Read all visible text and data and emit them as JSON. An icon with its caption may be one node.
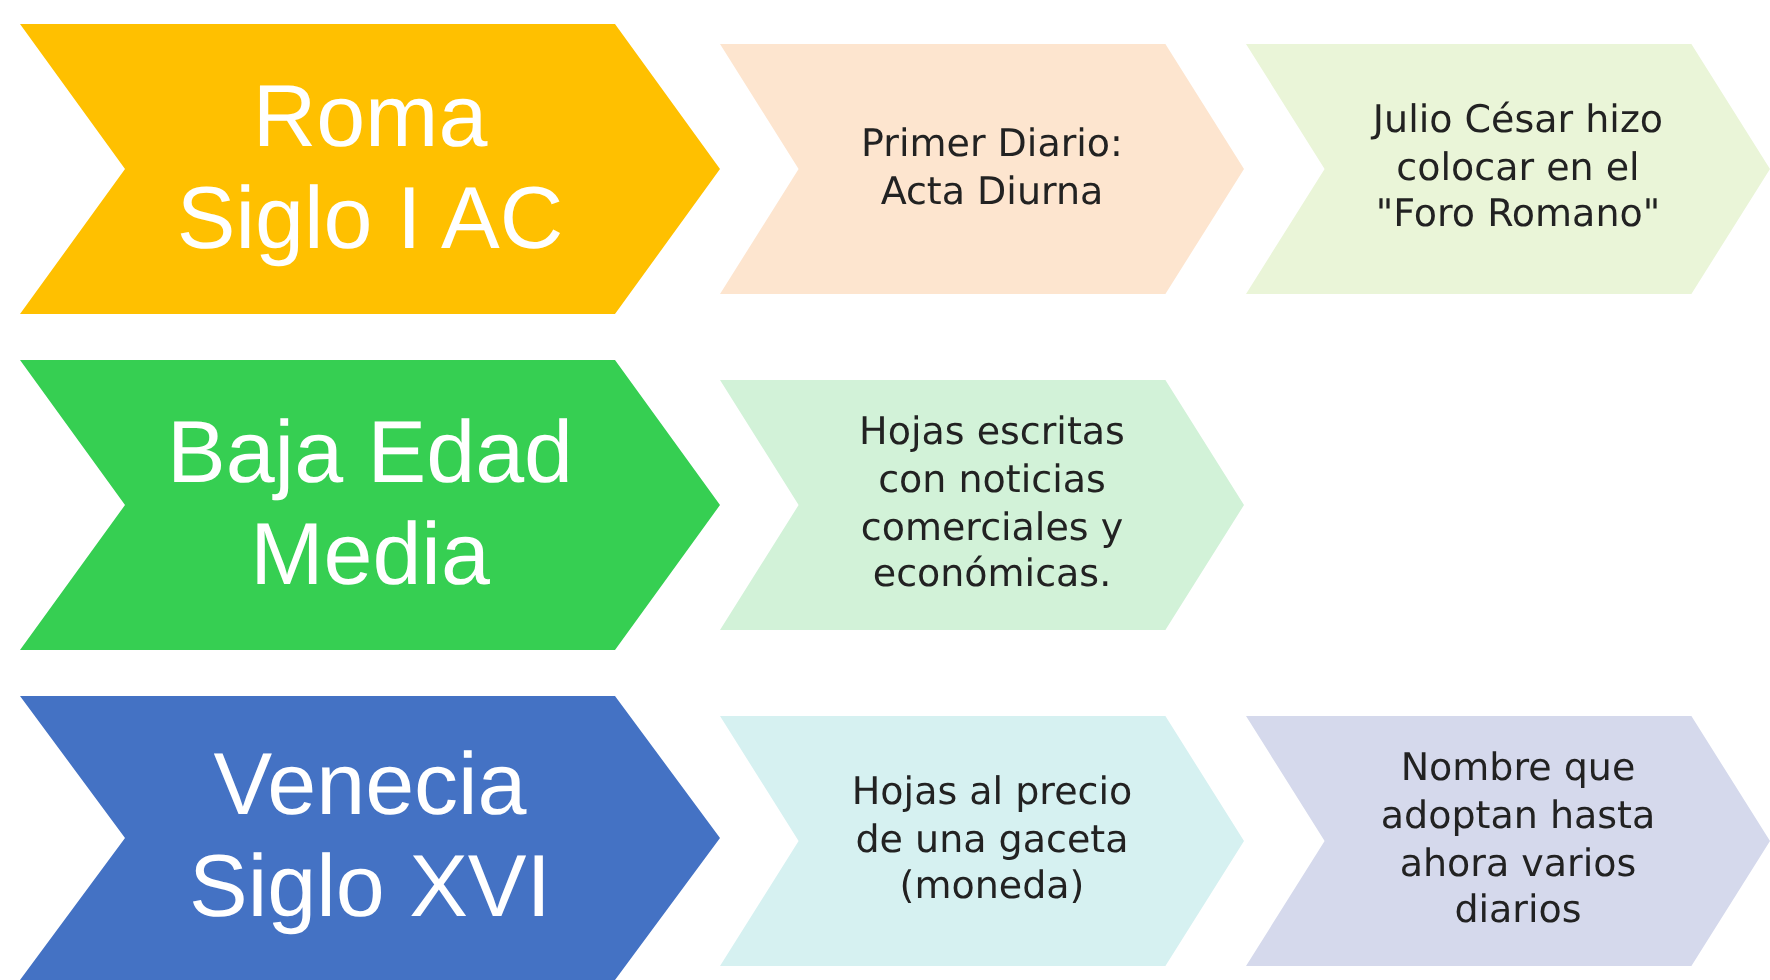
{
  "diagram": {
    "nodes": [
      {
        "text": [
          "Roma Siglo I AC"
        ]
      },
      {
        "text": [
          "Primer Diario: Acta Diurna"
        ]
      },
      {
        "text": [
          "Julio César hizo colocar en el \"Foro Romano\""
        ]
      },
      {
        "text": [
          "Baja Edad Media"
        ]
      },
      {
        "text": [
          "Hojas escritas con noticias comerciales y económicas."
        ]
      },
      {
        "text": [
          "Venecia Siglo XVI"
        ]
      },
      {
        "text": [
          "Hojas al precio de una gaceta (moneda)"
        ]
      },
      {
        "text": [
          "Nombre que adoptan hasta ahora varios diarios"
        ]
      }
    ]
  }
}
